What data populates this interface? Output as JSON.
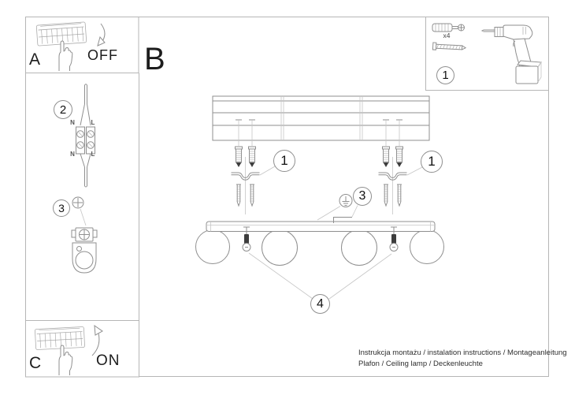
{
  "document": {
    "kind": "assembly-instruction-sheet",
    "footer": {
      "line1": "Instrukcja montażu / instalation instructions / Montageanleitung",
      "line2": "Plafon / Ceiling lamp / Deckenleuchte"
    }
  },
  "steps": {
    "a": {
      "label": "A",
      "caption": "OFF"
    },
    "b": {
      "label": "B"
    },
    "c": {
      "label": "C",
      "caption": "ON"
    }
  },
  "callouts": {
    "n1": "1",
    "n2": "2",
    "n3": "3",
    "n4": "4"
  },
  "hardware": {
    "anchor_qty": "x4"
  },
  "wiring": {
    "neutral": "N",
    "live": "L"
  },
  "colors": {
    "background": "#ffffff",
    "frame_border": "#b6b6b6",
    "line_art": "#8f8f8f",
    "text": "#1a1a1a",
    "bolt_fill": "#3d3d3d"
  }
}
